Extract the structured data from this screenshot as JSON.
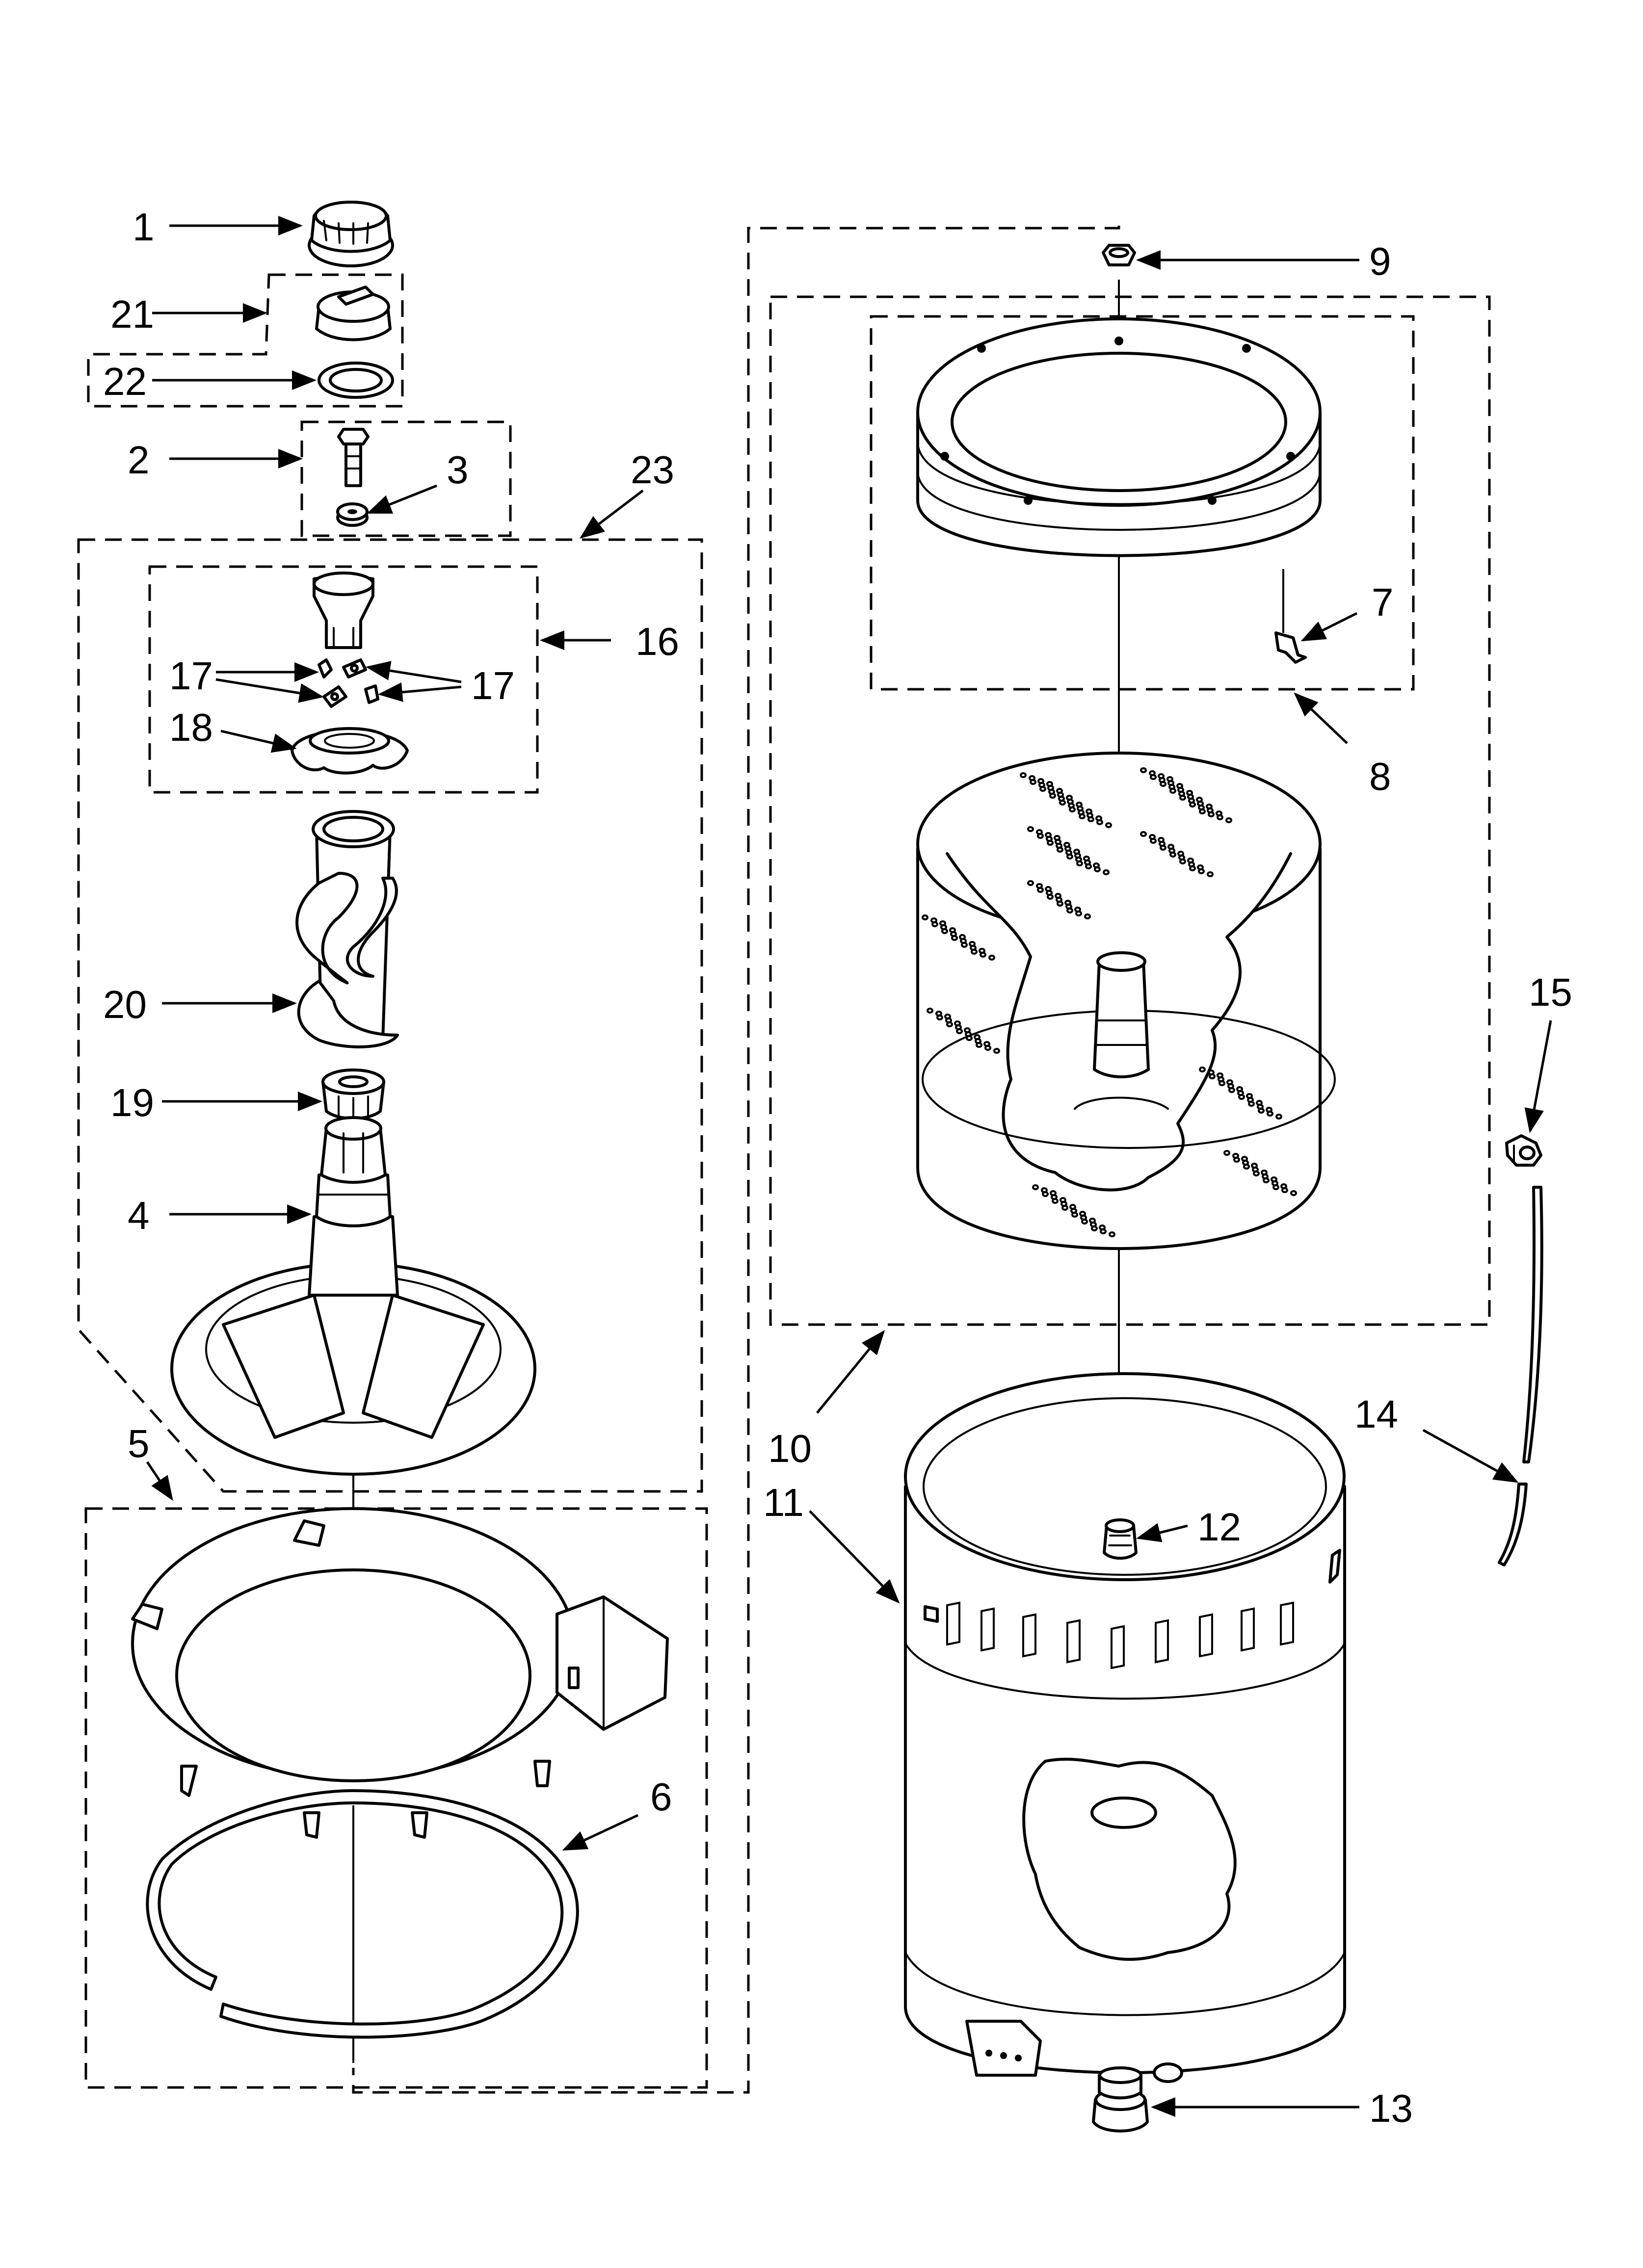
{
  "labels": {
    "p1": "1",
    "p2": "2",
    "p3": "3",
    "p4": "4",
    "p5": "5",
    "p6": "6",
    "p7": "7",
    "p8": "8",
    "p9": "9",
    "p10": "10",
    "p11": "11",
    "p12": "12",
    "p13": "13",
    "p14": "14",
    "p15": "15",
    "p16": "16",
    "p17a": "17",
    "p17b": "17",
    "p18": "18",
    "p19": "19",
    "p20": "20",
    "p21": "21",
    "p22": "22",
    "p23": "23"
  }
}
